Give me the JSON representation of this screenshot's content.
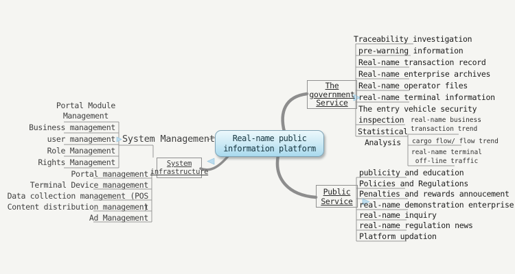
{
  "central": {
    "label": "Real-name public\ninformation platform"
  },
  "government": {
    "label": "The\ngovernment\nService",
    "items": [
      "Traceability investigation",
      "pre-warning information",
      "Real-name transaction record",
      "Real-name enterprise archives",
      "Real-name operator files",
      "real-name terminal information",
      "The entry vehicle security\ninspection",
      "Statistical\nAnalysis"
    ],
    "statistical_children": [
      "real-name business\ntransaction trend",
      "cargo flow/ flow trend",
      "real-name terminal\noff-line traffic"
    ]
  },
  "public_service": {
    "label": "Public\nService",
    "items": [
      "publicity and education",
      "Policies and Regulations",
      "Penalties and rewards annoucement",
      "real-name demonstration enterprise",
      "real-name inquiry",
      "real-name regulation news",
      "Platform updation"
    ]
  },
  "system_management": {
    "label": "System Management",
    "items": [
      "Portal Module\nManagement",
      "Business management",
      "user management",
      "Role Management",
      "Rights Management"
    ]
  },
  "system_infrastructure": {
    "label": "System\ninfrastructure",
    "items": [
      "Portal management",
      "Terminal Device management",
      "Data collection management (POS )",
      "Content distribution management",
      "Ad Management"
    ]
  },
  "colors": {
    "background": "#f5f5f2",
    "branch_line": "#8d8d8d",
    "tree_line": "#979797",
    "central_fill_top": "#ecf8fc",
    "central_fill_bottom": "#a9daee",
    "central_border": "#7fa3b5",
    "marker": "#bcdcee",
    "text_dark": "#1b1b1b",
    "text_gray": "#3f3f3f"
  }
}
